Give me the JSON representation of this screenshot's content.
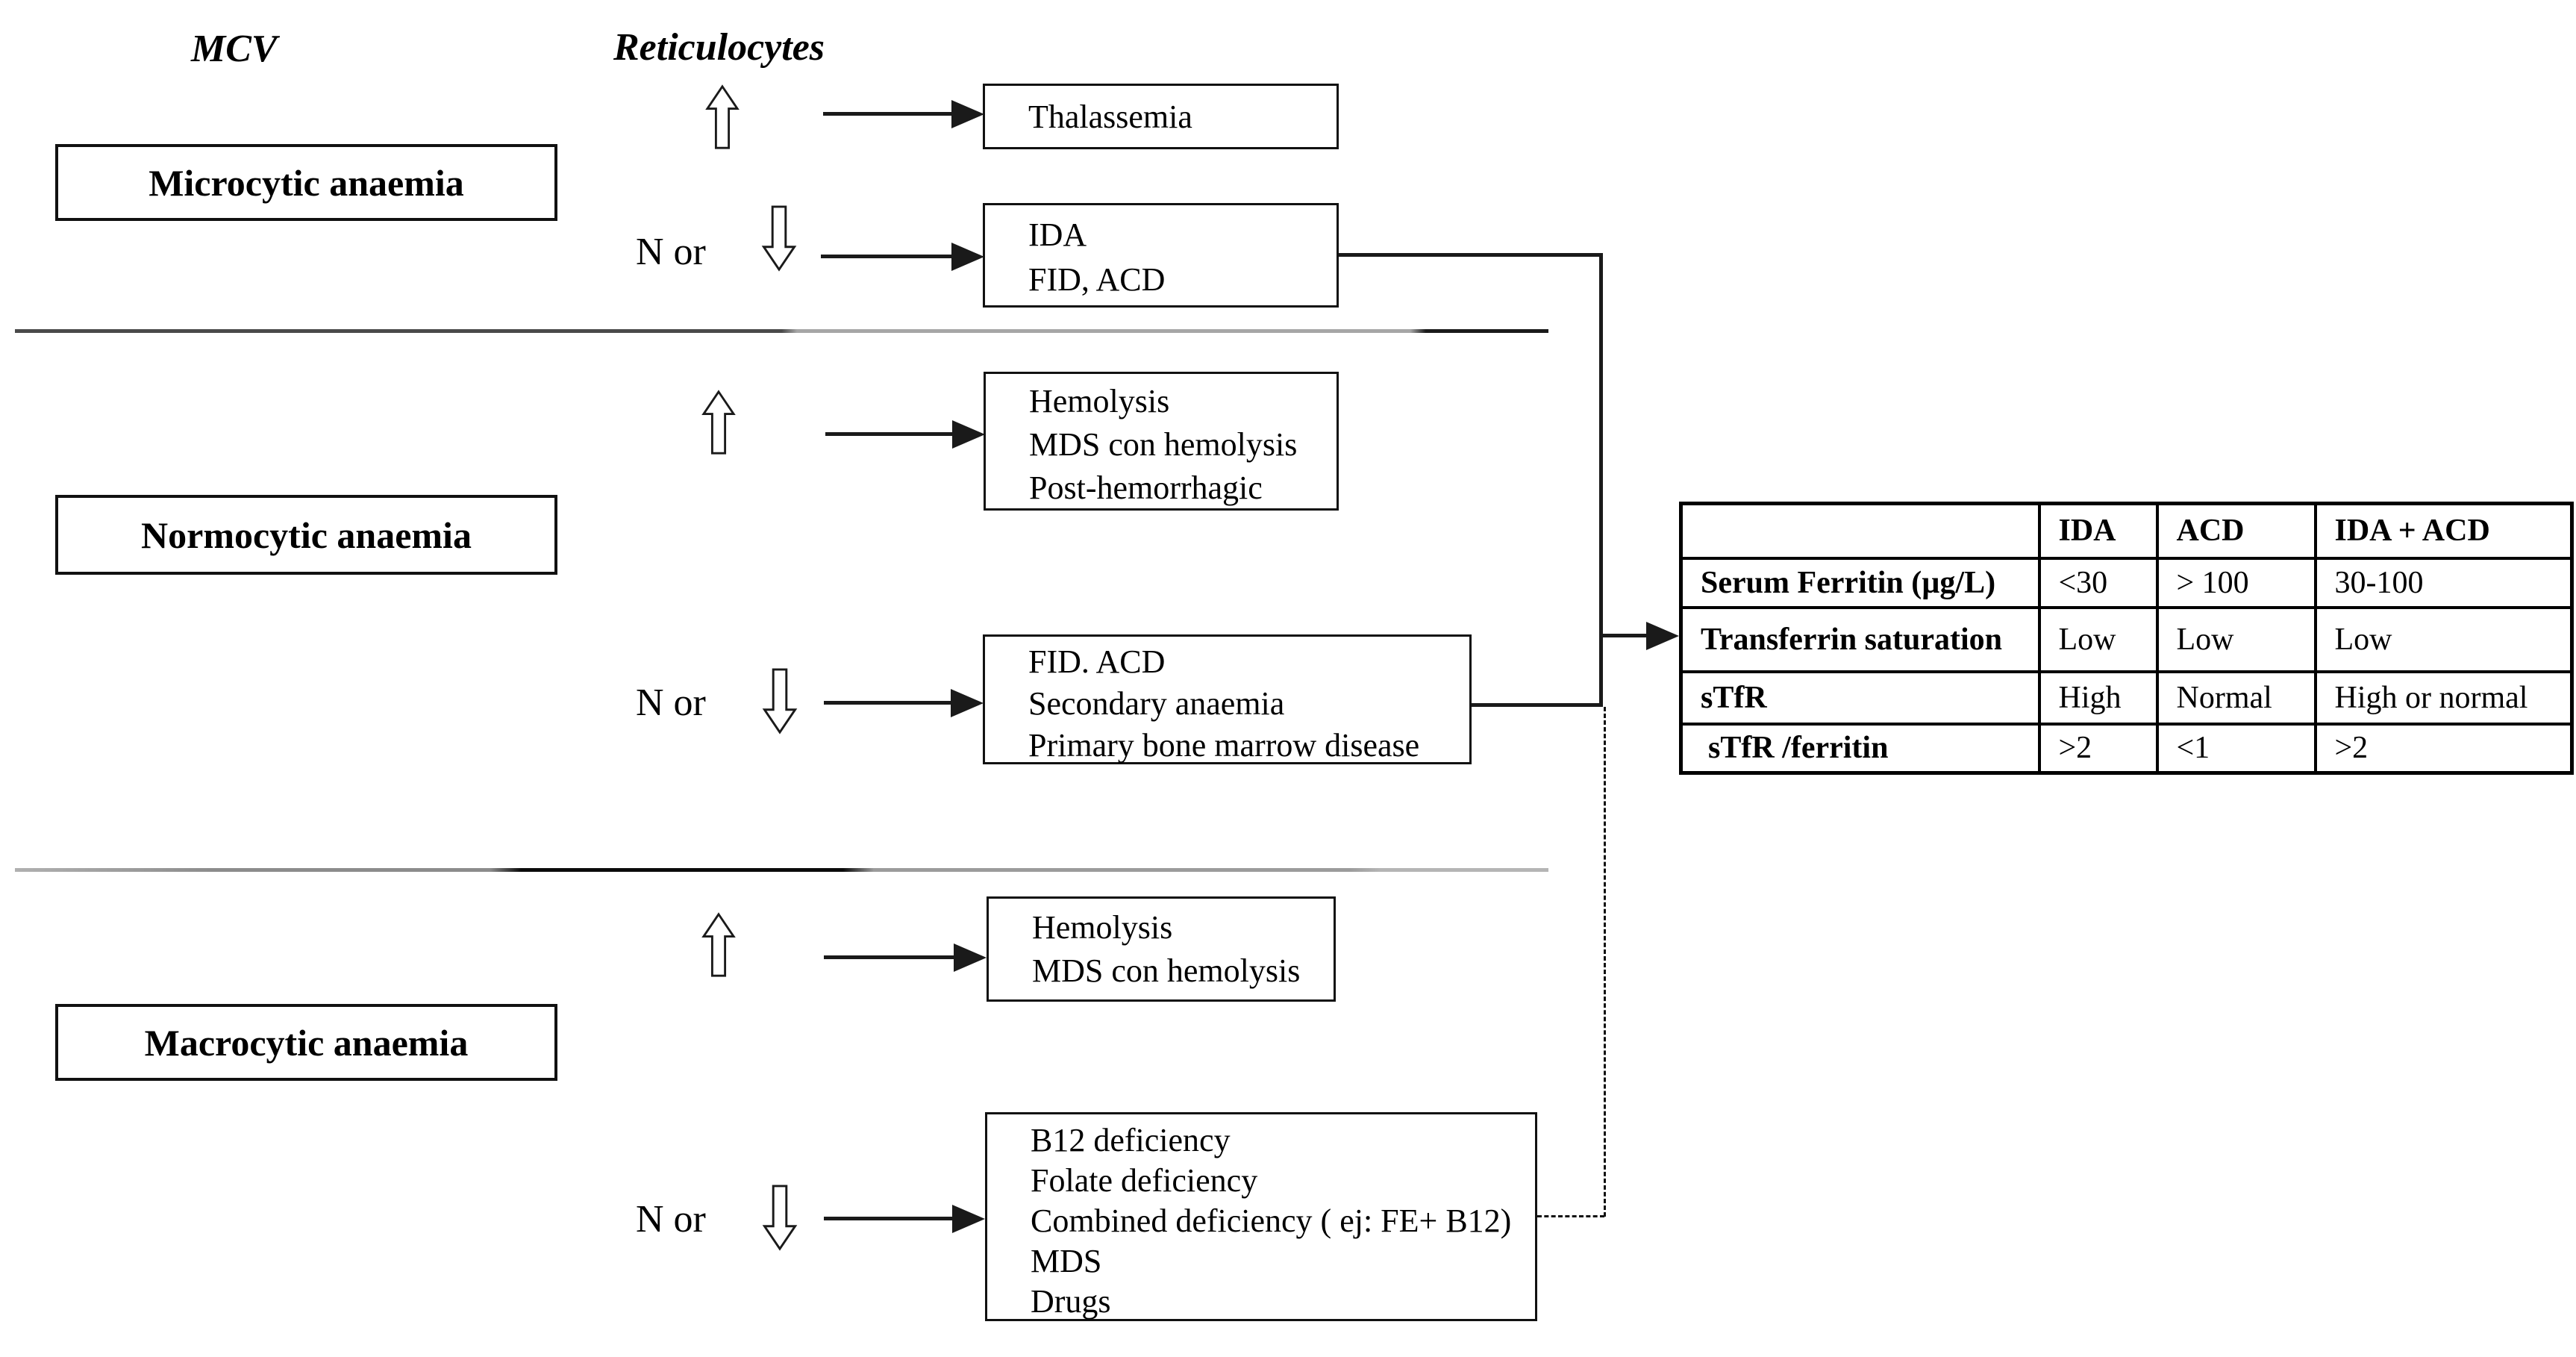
{
  "headers": {
    "mcv": "MCV",
    "reticulocytes": "Reticulocytes"
  },
  "sections": [
    {
      "label": "Microcytic anaemia"
    },
    {
      "label": "Normocytic anaemia"
    },
    {
      "label": "Macrocytic anaemia"
    }
  ],
  "branches": [
    {
      "section": "microcytic",
      "reticulocytes": "high",
      "prefix": "",
      "outcomes": [
        "Thalassemia"
      ]
    },
    {
      "section": "microcytic",
      "reticulocytes": "normal-or-low",
      "prefix": "N or",
      "outcomes": [
        "IDA",
        "FID, ACD"
      ]
    },
    {
      "section": "normocytic",
      "reticulocytes": "high",
      "prefix": "",
      "outcomes": [
        "Hemolysis",
        "MDS con hemolysis",
        "Post-hemorrhagic"
      ]
    },
    {
      "section": "normocytic",
      "reticulocytes": "normal-or-low",
      "prefix": "N or",
      "outcomes": [
        "FID. ACD",
        "Secondary anaemia",
        "Primary bone marrow disease"
      ]
    },
    {
      "section": "macrocytic",
      "reticulocytes": "high",
      "prefix": "",
      "outcomes": [
        "Hemolysis",
        "MDS con hemolysis"
      ]
    },
    {
      "section": "macrocytic",
      "reticulocytes": "normal-or-low",
      "prefix": "N or",
      "outcomes": [
        "B12 deficiency",
        "Folate deficiency",
        "Combined deficiency ( ej: FE+ B12)",
        "MDS",
        "Drugs"
      ]
    }
  ],
  "table": {
    "col_headers": [
      "",
      "IDA",
      "ACD",
      "IDA + ACD"
    ],
    "rows": [
      {
        "label": "Serum Ferritin (µg/L)",
        "values": [
          "<30",
          "> 100",
          "30-100"
        ]
      },
      {
        "label": "Transferrin saturation",
        "values": [
          "Low",
          "Low",
          "Low"
        ]
      },
      {
        "label": "sTfR",
        "values": [
          "High",
          "Normal",
          "High or normal"
        ]
      },
      {
        "label": "sTfR /ferritin",
        "values": [
          ">2",
          "<1",
          ">2"
        ]
      }
    ]
  },
  "colors": {
    "line": "#1a1a1a",
    "divider_gray": "#a6a6a6",
    "background": "#ffffff"
  }
}
